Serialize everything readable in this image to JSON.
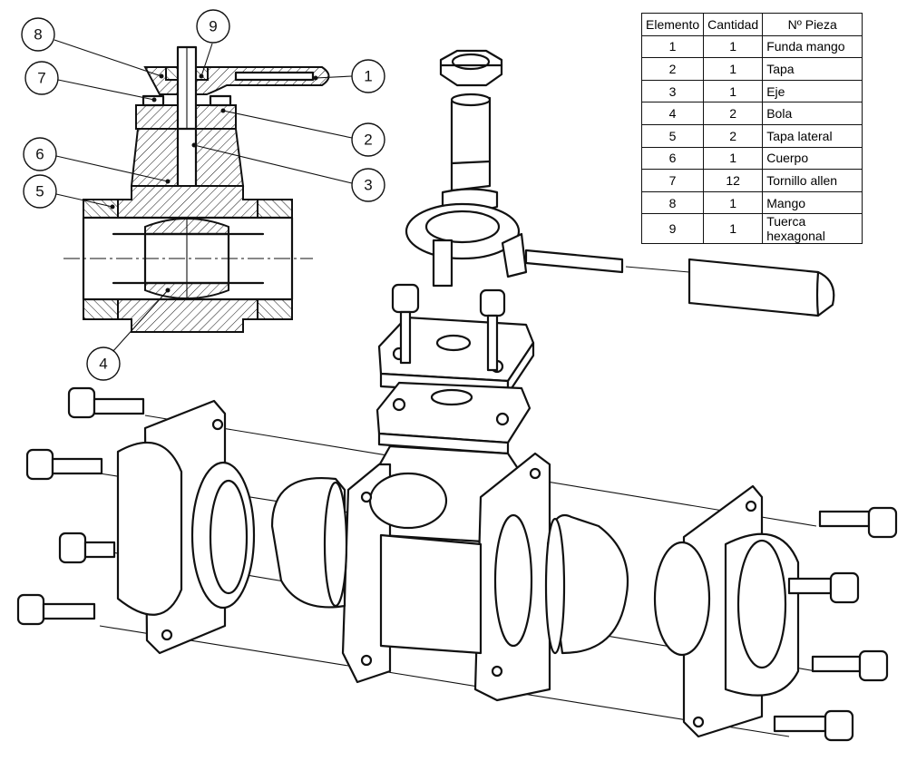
{
  "table": {
    "headers": [
      "Elemento",
      "Cantidad",
      "Nº Pieza"
    ],
    "rows": [
      {
        "elemento": "1",
        "cantidad": "1",
        "pieza": "Funda mango"
      },
      {
        "elemento": "2",
        "cantidad": "1",
        "pieza": "Tapa"
      },
      {
        "elemento": "3",
        "cantidad": "1",
        "pieza": "Eje"
      },
      {
        "elemento": "4",
        "cantidad": "2",
        "pieza": "Bola"
      },
      {
        "elemento": "5",
        "cantidad": "2",
        "pieza": "Tapa lateral"
      },
      {
        "elemento": "6",
        "cantidad": "1",
        "pieza": "Cuerpo"
      },
      {
        "elemento": "7",
        "cantidad": "12",
        "pieza": "Tornillo allen"
      },
      {
        "elemento": "8",
        "cantidad": "1",
        "pieza": "Mango"
      },
      {
        "elemento": "9",
        "cantidad": "1",
        "pieza": "Tuerca hexagonal"
      }
    ]
  },
  "callouts": [
    "1",
    "2",
    "3",
    "4",
    "5",
    "6",
    "7",
    "8",
    "9"
  ]
}
